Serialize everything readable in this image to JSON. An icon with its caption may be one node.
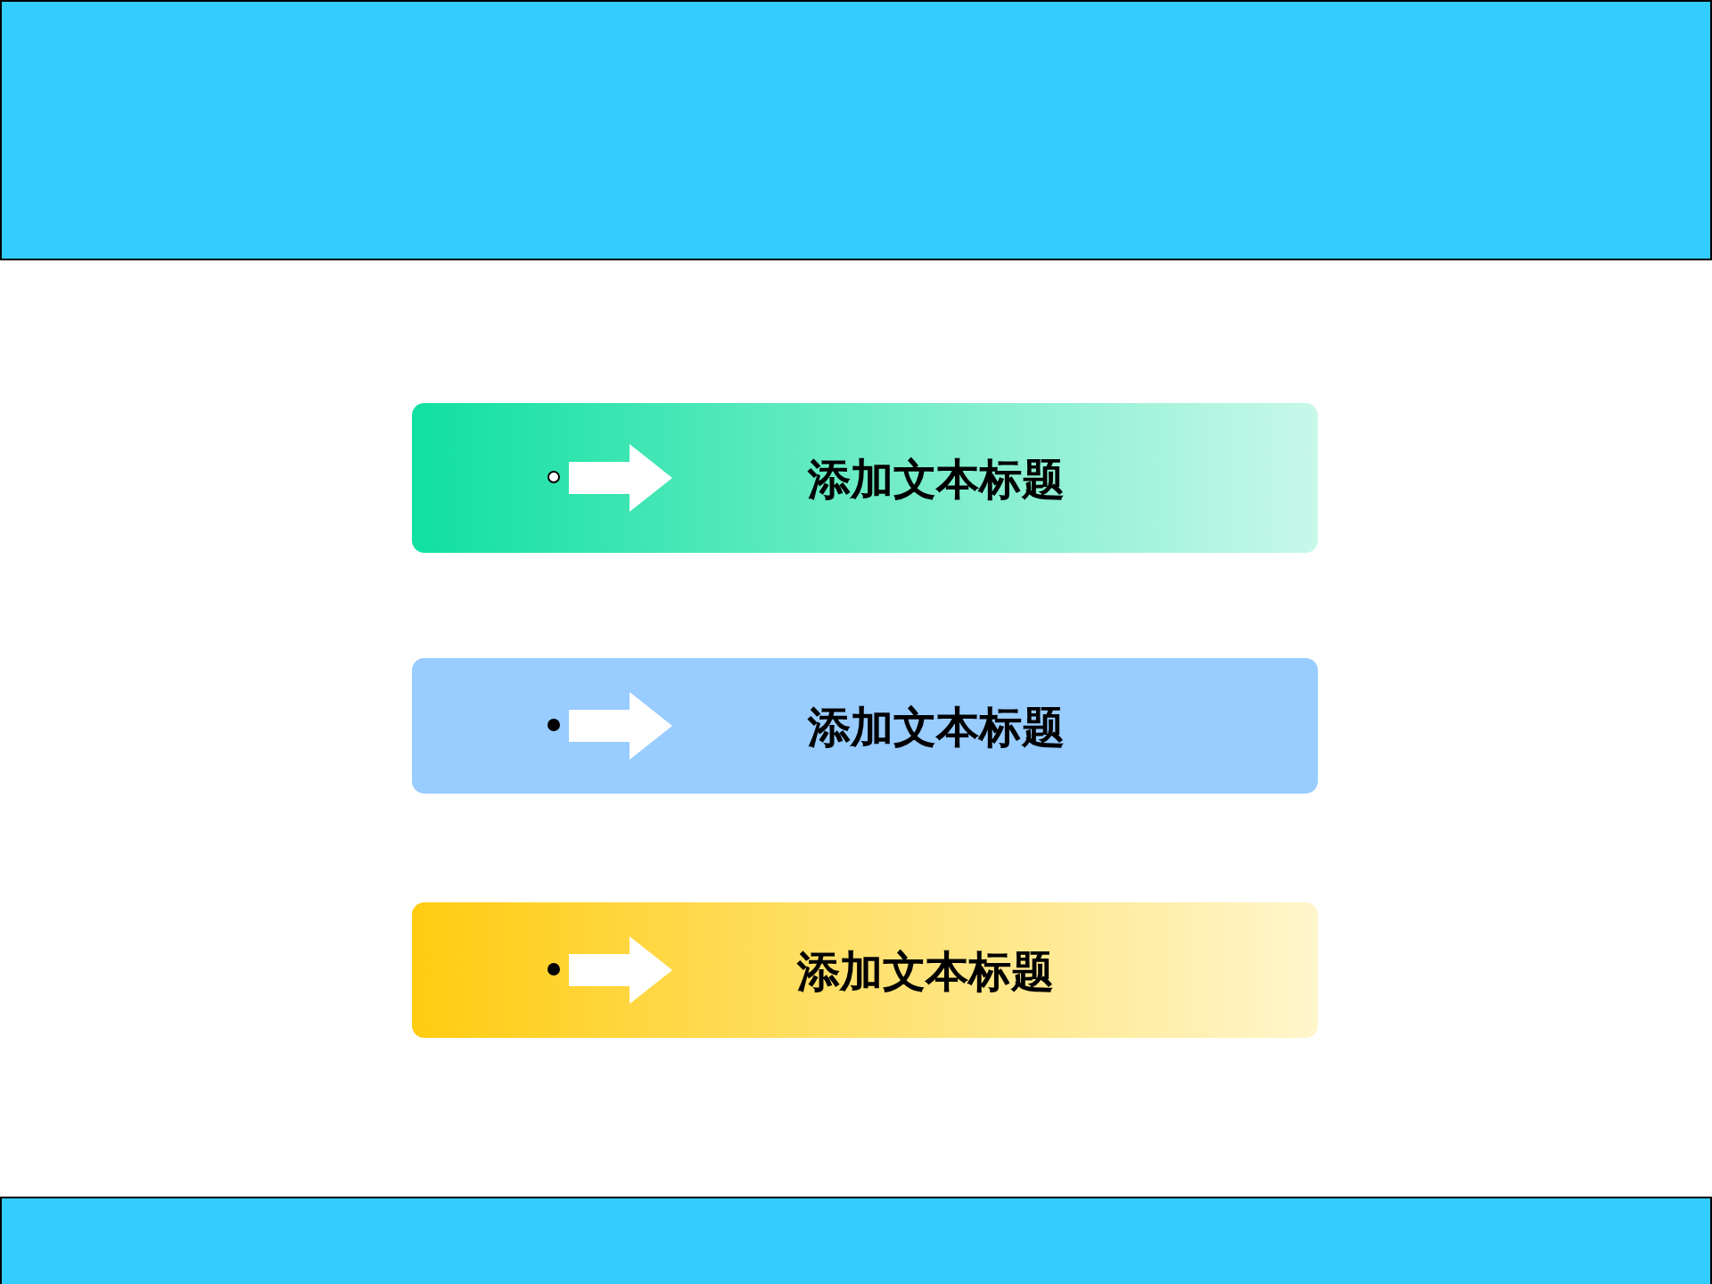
{
  "diagram": {
    "nodes": [
      {
        "text": [
          "添加文本标题"
        ]
      },
      {
        "text": [
          "添加文本标题"
        ]
      },
      {
        "text": [
          "添加文本标题"
        ]
      }
    ]
  }
}
